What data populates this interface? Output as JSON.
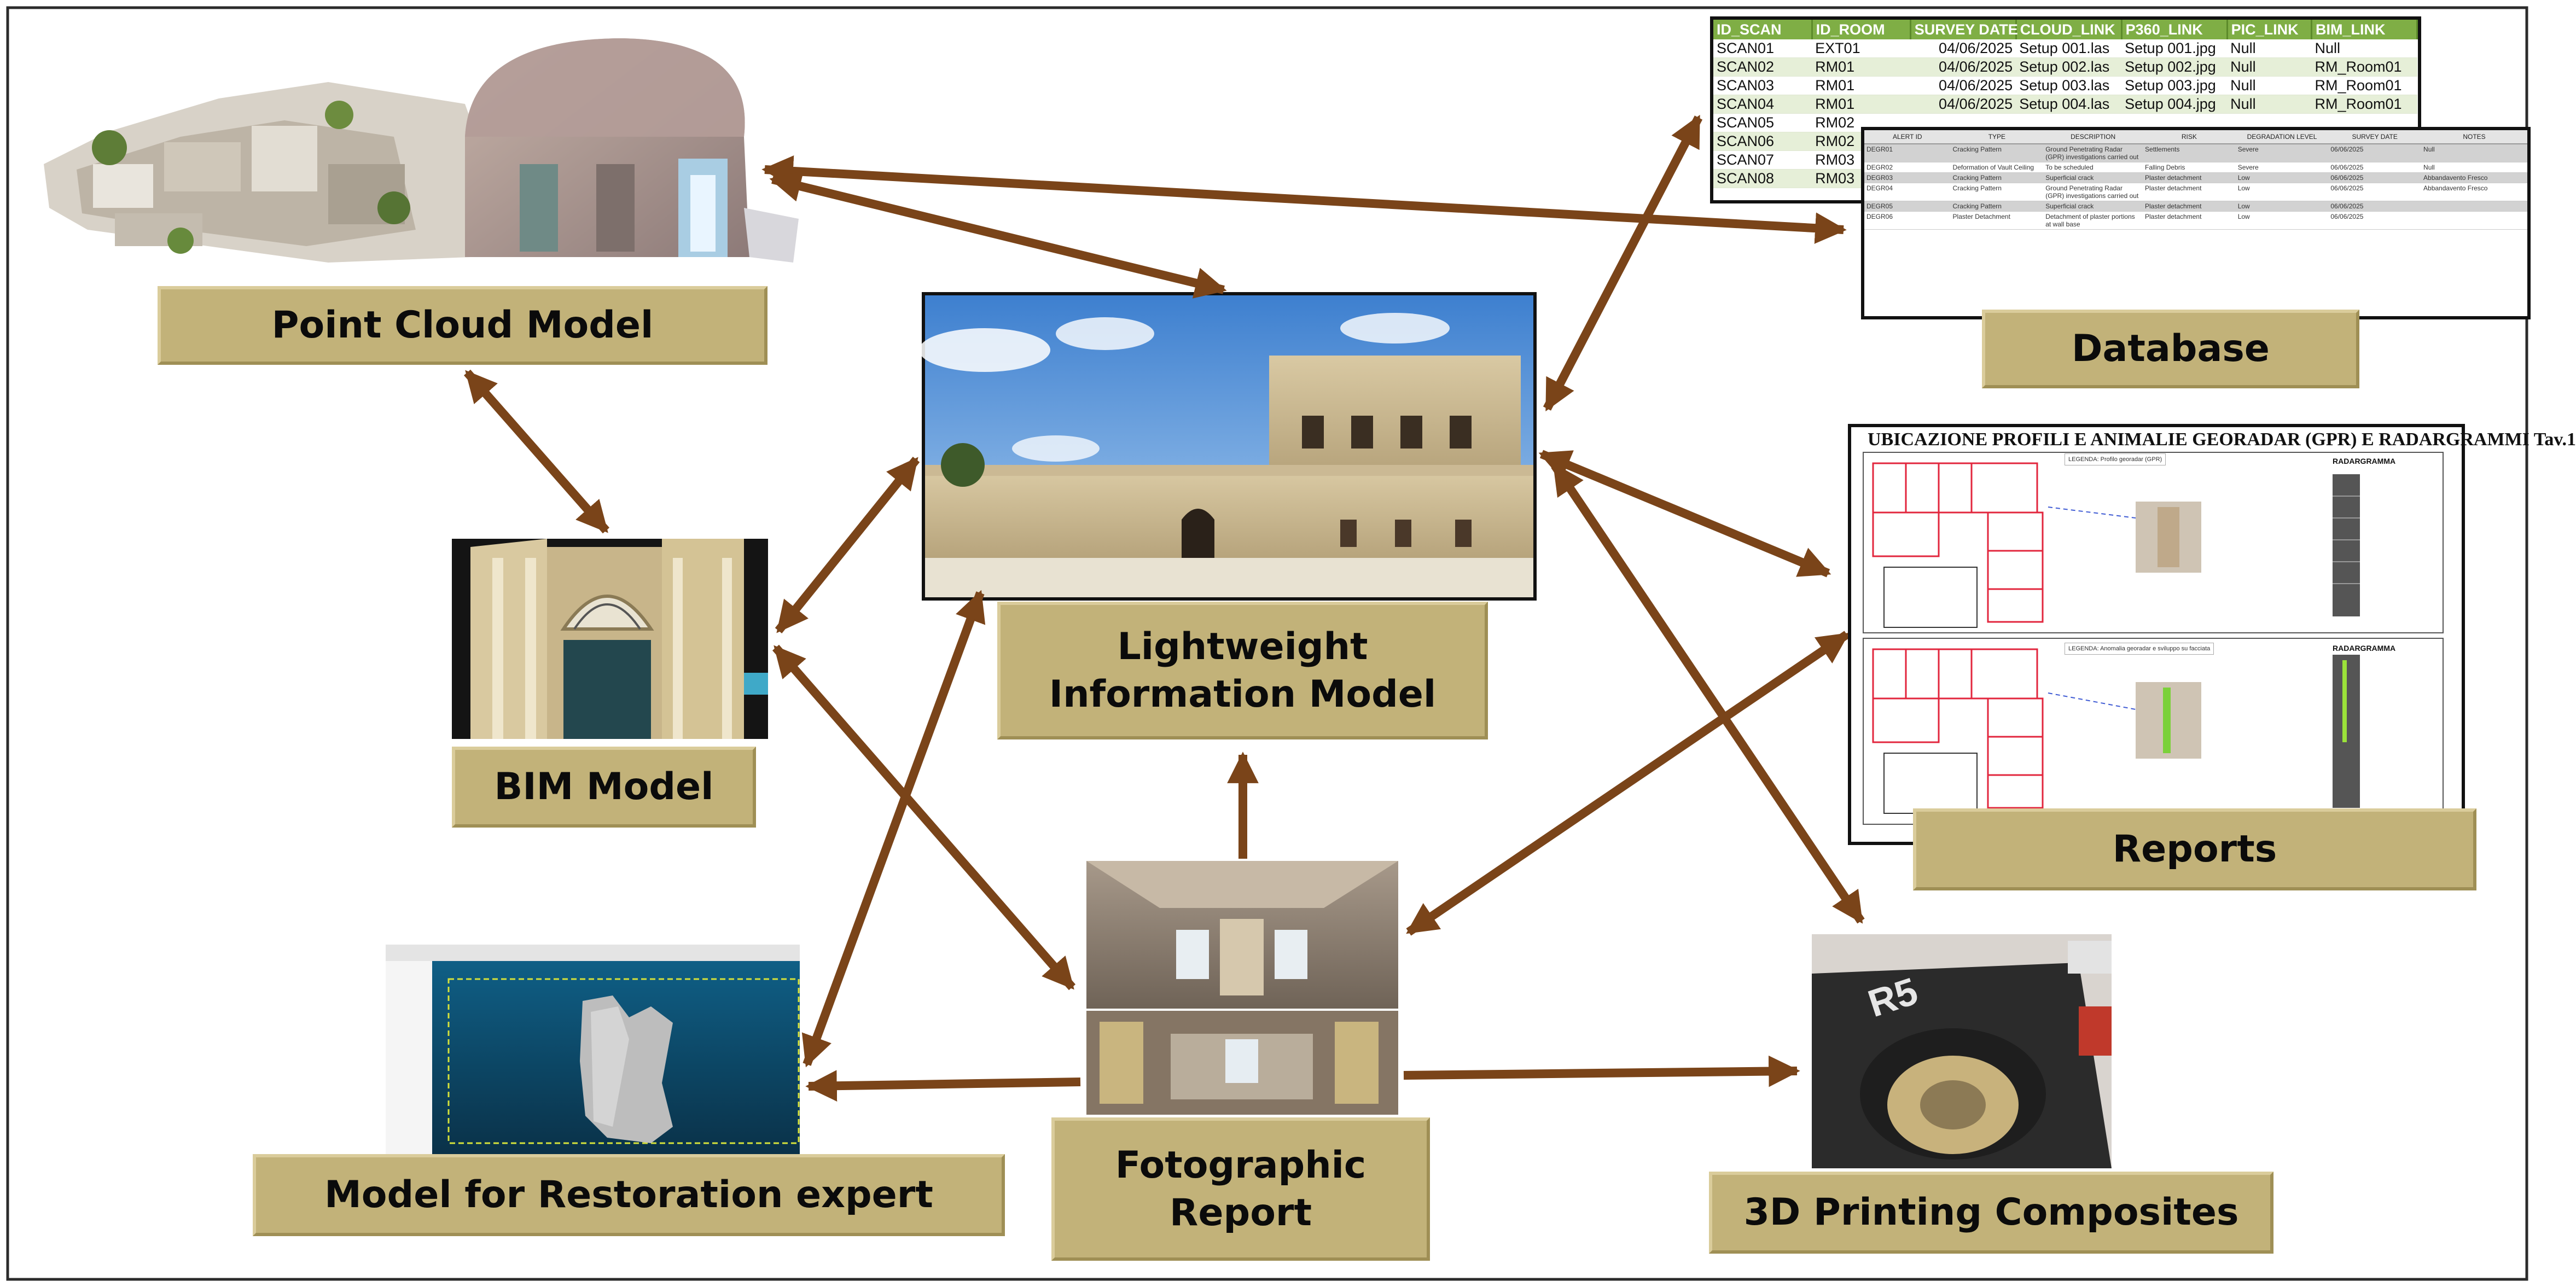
{
  "nodes": {
    "point_cloud": "Point Cloud Model",
    "database": "Database",
    "lightweight": [
      "Lightweight",
      "Information Model"
    ],
    "bim": "BIM Model",
    "reports": "Reports",
    "restoration": "Model for Restoration expert",
    "fotographic": [
      "Fotographic",
      "Report"
    ],
    "printing": "3D Printing Composites"
  },
  "database_table": {
    "headers": [
      "ID_SCAN",
      "ID_ROOM",
      "SURVEY DATE",
      "CLOUD_LINK",
      "P360_LINK",
      "PIC_LINK",
      "BIM_LINK"
    ],
    "rows": [
      [
        "SCAN01",
        "EXT01",
        "04/06/2025",
        "Setup 001.las",
        "Setup 001.jpg",
        "Null",
        "Null"
      ],
      [
        "SCAN02",
        "RM01",
        "04/06/2025",
        "Setup 002.las",
        "Setup 002.jpg",
        "Null",
        "RM_Room01"
      ],
      [
        "SCAN03",
        "RM01",
        "04/06/2025",
        "Setup 003.las",
        "Setup 003.jpg",
        "Null",
        "RM_Room01"
      ],
      [
        "SCAN04",
        "RM01",
        "04/06/2025",
        "Setup 004.las",
        "Setup 004.jpg",
        "Null",
        "RM_Room01"
      ],
      [
        "SCAN05",
        "RM02",
        "",
        "",
        "",
        "",
        ""
      ],
      [
        "SCAN06",
        "RM02",
        "",
        "",
        "",
        "",
        ""
      ],
      [
        "SCAN07",
        "RM03",
        "",
        "",
        "",
        "",
        ""
      ],
      [
        "SCAN08",
        "RM03",
        "",
        "",
        "",
        "",
        ""
      ]
    ]
  },
  "alert_table": {
    "headers": [
      "ALERT ID",
      "TYPE",
      "DESCRIPTION",
      "RISK",
      "DEGRADATION LEVEL",
      "SURVEY DATE",
      "NOTES"
    ],
    "rows": [
      [
        "DEGR01",
        "Cracking Pattern",
        "Ground Penetrating Radar (GPR) investigations carried out",
        "Settlements",
        "Severe",
        "06/06/2025",
        "Null"
      ],
      [
        "DEGR02",
        "Deformation of Vault Ceiling",
        "To be scheduled",
        "Falling Debris",
        "Severe",
        "06/06/2025",
        "Null"
      ],
      [
        "DEGR03",
        "Cracking Pattern",
        "Superficial crack",
        "Plaster detachment",
        "Low",
        "06/06/2025",
        "Abbandavento Fresco"
      ],
      [
        "DEGR04",
        "Cracking Pattern",
        "Ground Penetrating Radar (GPR) investigations carried out",
        "Plaster detachment",
        "Low",
        "06/06/2025",
        "Abbandavento Fresco"
      ],
      [
        "DEGR05",
        "Cracking Pattern",
        "Superficial crack",
        "Plaster detachment",
        "Low",
        "06/06/2025",
        ""
      ],
      [
        "DEGR06",
        "Plaster Detachment",
        "Detachment of plaster portions at wall base",
        "Plaster detachment",
        "Low",
        "06/06/2025",
        ""
      ]
    ]
  },
  "report_sheet": {
    "title": "UBICAZIONE PROFILI E ANIMALIE GEORADAR (GPR) E RADARGRAMMI Tav.1",
    "radargram_label": "RADARGRAMMA",
    "legend_1": "LEGENDA: Profilo georadar (GPR)",
    "legend_2": "LEGENDA: Anomalia georadar e sviluppo su facciata"
  },
  "printer_text": "R5",
  "colors": {
    "label_fill": "#c2b279",
    "arrow": "#7a4419",
    "frame": "#2b2b2b"
  }
}
